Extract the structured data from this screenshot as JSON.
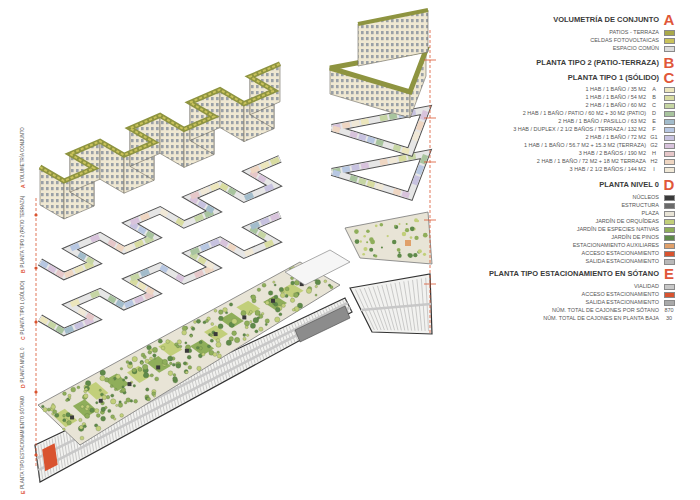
{
  "diagram": {
    "labels": [
      "VOLUMETRÍA DE CONJUNTO",
      "A",
      "PLANTA TIPO 2 (PATIO-TERRAZA)",
      "B",
      "PLANTA TIPO 1 (SÓLIDO)",
      "C",
      "A",
      "B",
      "C",
      "D",
      "E",
      "F",
      "G1",
      "G2",
      "H",
      "H2",
      "I",
      "PLANTA NIVEL 0",
      "D",
      "PLANTA TIPO ESTACIONAMIENTO EN SÓTANO",
      "E",
      "NÚM. TOTAL DE CAJONES POR SÓTANO",
      "870",
      "NÚM. TOTAL DE CAJONES EN PLANTA BAJA",
      "30",
      "A",
      "VOLUMETRÍA CONJUNTO",
      "B",
      "PLANTA TIPO 2 (PATIO TERRAZA)",
      "C",
      "PLANTA TIPO 1 (SÓLIDO)",
      "D",
      "PLANTA NIVEL 0",
      "E",
      "PLANTA TIPO ESTACIONAMIENTO SÓTANO"
    ],
    "legend": [
      {
        "text": "PATIOS - TERRAZA",
        "color": "#a9a94a"
      },
      {
        "text": "CELDAS FOTOVOLTAICAS",
        "color": "#c9c25a"
      },
      {
        "text": "ESPACIO COMÚN",
        "color": "#dcdcdc"
      },
      {
        "text": "1 HAB / 1 BAÑO / 35 M2",
        "color": "#ece6bc"
      },
      {
        "text": "1 HAB / 1 BAÑO / 54 M2",
        "color": "#d8dca0"
      },
      {
        "text": "2 HAB / 1 BAÑO / 60 M2",
        "color": "#c6d6a4"
      },
      {
        "text": "2 HAB / 1 BAÑO / PATIO / 60 M2 + 30 M2 (PATIO)",
        "color": "#a8c49e"
      },
      {
        "text": "2 HAB / 1 BAÑO / PASILLO / 63 M2",
        "color": "#a2bccb"
      },
      {
        "text": "3 HAB / DUPLEX / 2 1/2 BAÑOS / TERRAZA / 132 M2",
        "color": "#b7c7e2"
      },
      {
        "text": "2 HAB / 1 BAÑO / 72 M2",
        "color": "#c7c2e0"
      },
      {
        "text": "1 HAB / 1 BAÑO / 56.7 M2 + 15.3 M2 (TERRAZA)",
        "color": "#d8c3dc"
      },
      {
        "text": "3 HAB / 2 BAÑOS / 190 M2",
        "color": "#e6c7c9"
      },
      {
        "text": "2 HAB / 1 BAÑO / 72 M2 + 18 M2 TERRAZA",
        "color": "#efd6c2"
      },
      {
        "text": "3 HAB / 2 1/2 BAÑOS / 144 M2",
        "color": "#f1e9d7"
      },
      {
        "text": "NÚCLEOS",
        "color": "#3a3a3a"
      },
      {
        "text": "ESTRUCTURA",
        "color": "#6b6b6b"
      },
      {
        "text": "PLAZA",
        "color": "#e8e4d6"
      },
      {
        "text": "JARDÍN DE ORQUÍDEAS",
        "color": "#c2cf7a"
      },
      {
        "text": "JARDÍN DE ESPECIES NATIVAS",
        "color": "#8fae5a"
      },
      {
        "text": "JARDÍN DE PINOS",
        "color": "#5f8a4a"
      },
      {
        "text": "ESTACIONAMIENTO AUXILIARES",
        "color": "#e0a06a"
      },
      {
        "text": "ACCESO ESTACIONAMIENTO",
        "color": "#d9532f"
      },
      {
        "text": "SALIDA ESTACIONAMIENTO",
        "color": "#b8b8b8"
      },
      {
        "text": "VIALIDAD",
        "color": "#c8c8c8"
      },
      {
        "text": "ACCESO ESTACIONAMIENTO",
        "color": "#d9532f"
      },
      {
        "text": "SALIDA ESTACIONAMIENTO",
        "color": "#a9a9a9"
      }
    ]
  }
}
